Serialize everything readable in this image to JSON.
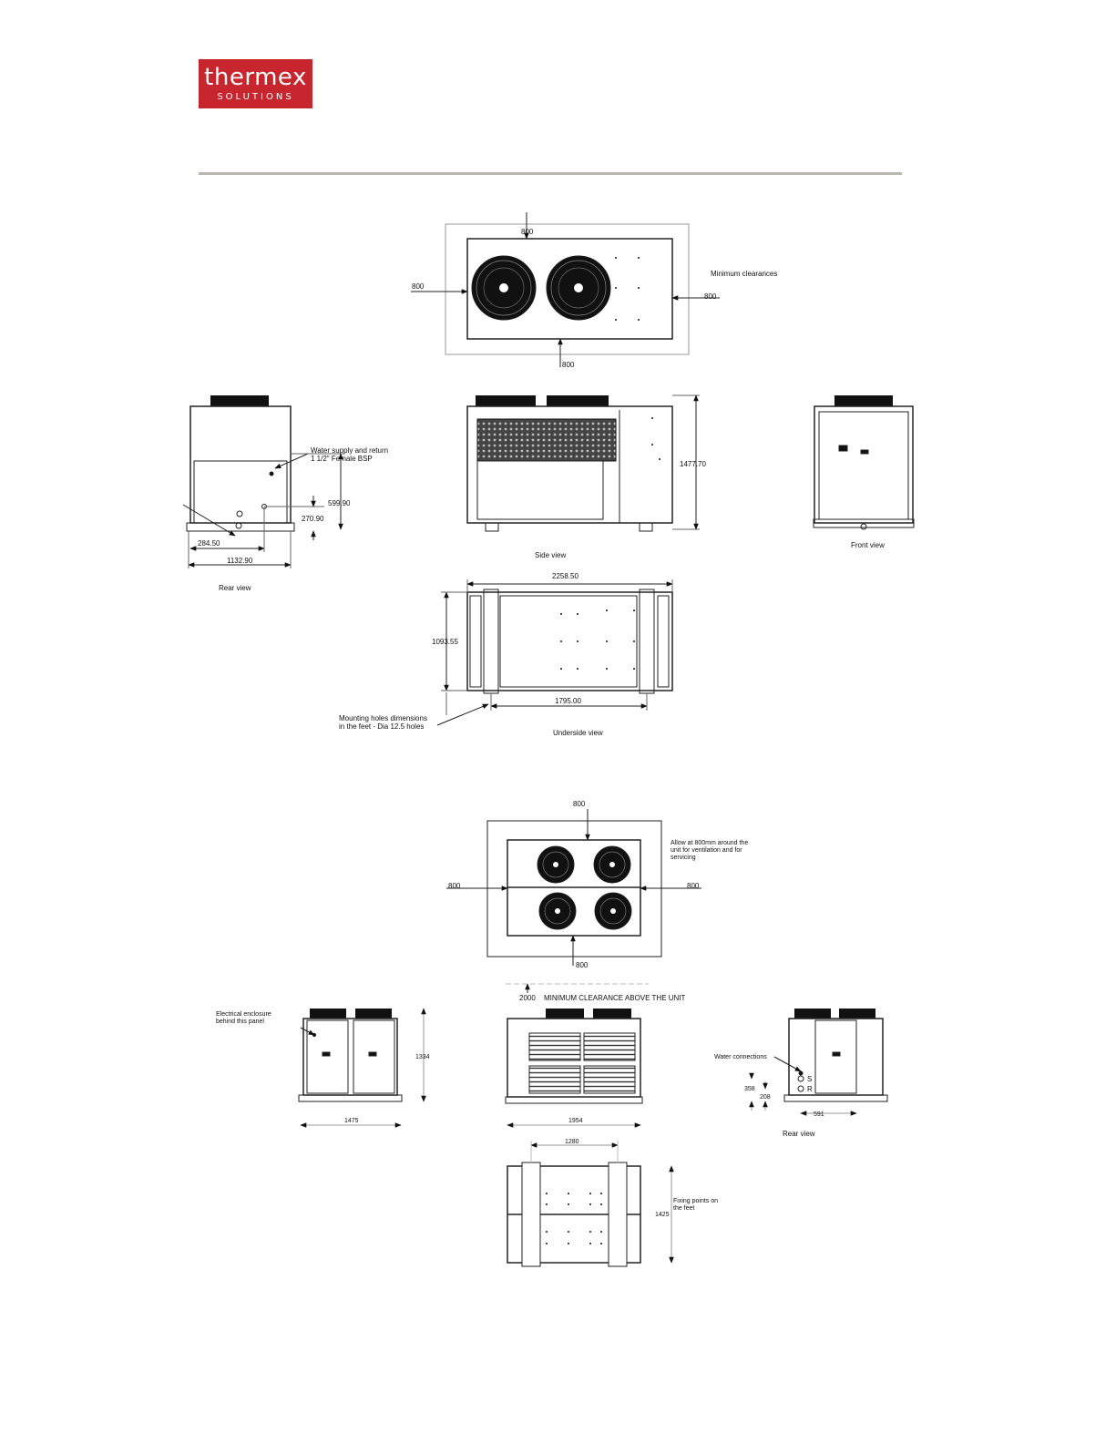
{
  "header": {
    "brand": "thermex",
    "brand_sub": "SOLUTIONS"
  },
  "colors": {
    "brand": "#c8262e",
    "rule": "#b7b7ad",
    "line": "#222222"
  },
  "unit1": {
    "plan": {
      "clearance_top": "800",
      "clearance_left": "800",
      "clearance_right": "800",
      "clearance_bottom": "800",
      "note": "Minimum clearances"
    },
    "rear": {
      "label": "Rear view",
      "water_note_1": "Water supply and return",
      "water_note_2": "1 1/2\" Female BSP",
      "dim_height_upper": "599.90",
      "dim_height_lower": "270.90",
      "dim_offset": "284.50",
      "dim_width": "1132.90"
    },
    "side": {
      "label": "Side view",
      "dim_height": "1477.70"
    },
    "front": {
      "label": "Front view"
    },
    "underside": {
      "label": "Underside view",
      "dim_length": "2258.50",
      "dim_width": "1093.55",
      "dim_feet": "1795.00",
      "mounting_note_1": "Mounting holes dimensions",
      "mounting_note_2": "in the feet - Dia 12.5 holes"
    }
  },
  "unit2": {
    "plan": {
      "clearance_top": "800",
      "clearance_left": "800",
      "clearance_right": "800",
      "clearance_bottom": "800",
      "note_1": "Allow at 800mm around the",
      "note_2": "unit for ventilation and for",
      "note_3": "servicing"
    },
    "above": {
      "dim": "2000",
      "note": "MINIMUM CLEARANCE ABOVE THE UNIT"
    },
    "front": {
      "note_1": "Electrical enclosure",
      "note_2": "behind this panel",
      "dim_height": "1334",
      "dim_width": "1475"
    },
    "side": {
      "dim_width": "1954"
    },
    "rear": {
      "label": "Rear view",
      "note": "Water connections",
      "supply": "S",
      "return": "R",
      "dim_358": "358",
      "dim_208": "208",
      "dim_591": "591"
    },
    "underside": {
      "dim_feet": "1280",
      "dim_depth": "1425",
      "note_1": "Fixing points on",
      "note_2": "the feet"
    }
  }
}
